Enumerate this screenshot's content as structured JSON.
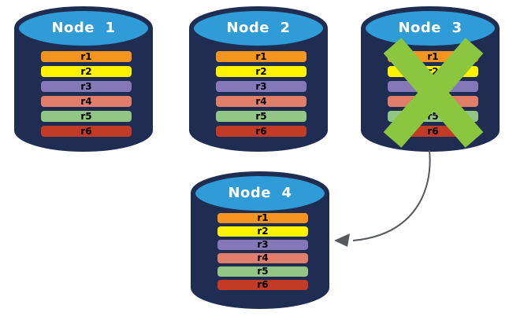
{
  "nodes": [
    {
      "title": "Node  1",
      "status": "active",
      "replicas": [
        {
          "label": "r1",
          "color": "#F79420"
        },
        {
          "label": "r2",
          "color": "#FEF200"
        },
        {
          "label": "r3",
          "color": "#8478B8"
        },
        {
          "label": "r4",
          "color": "#E07E6A"
        },
        {
          "label": "r5",
          "color": "#93C585"
        },
        {
          "label": "r6",
          "color": "#C23B26"
        }
      ]
    },
    {
      "title": "Node  2",
      "status": "active",
      "replicas": [
        {
          "label": "r1",
          "color": "#F79420"
        },
        {
          "label": "r2",
          "color": "#FEF200"
        },
        {
          "label": "r3",
          "color": "#8478B8"
        },
        {
          "label": "r4",
          "color": "#E07E6A"
        },
        {
          "label": "r5",
          "color": "#93C585"
        },
        {
          "label": "r6",
          "color": "#C23B26"
        }
      ]
    },
    {
      "title": "Node  3",
      "status": "failed",
      "replicas": [
        {
          "label": "r1",
          "color": "#F79420"
        },
        {
          "label": "r2",
          "color": "#FEF200"
        },
        {
          "label": "r3",
          "color": "#8478B8"
        },
        {
          "label": "r4",
          "color": "#E07E6A"
        },
        {
          "label": "r5",
          "color": "#93C585"
        },
        {
          "label": "r6",
          "color": "#C23B26"
        }
      ]
    },
    {
      "title": "Node  4",
      "status": "active",
      "replicas": [
        {
          "label": "r1",
          "color": "#F79420"
        },
        {
          "label": "r2",
          "color": "#FEF200"
        },
        {
          "label": "r3",
          "color": "#8478B8"
        },
        {
          "label": "r4",
          "color": "#E07E6A"
        },
        {
          "label": "r5",
          "color": "#93C585"
        },
        {
          "label": "r6",
          "color": "#C23B26"
        }
      ]
    }
  ],
  "failure_mark": {
    "on_node": "Node  3",
    "symbol": "X",
    "color": "#8CC63F"
  },
  "arrow": {
    "from": "Node  3",
    "to": "Node  4",
    "color": "#55585C"
  },
  "colors": {
    "cylinder_body": "#1F2D52",
    "cylinder_top": "#2F9BD7",
    "title_text": "#FFFFFF",
    "replica_text": "#000000",
    "background": "#FFFFFF"
  }
}
